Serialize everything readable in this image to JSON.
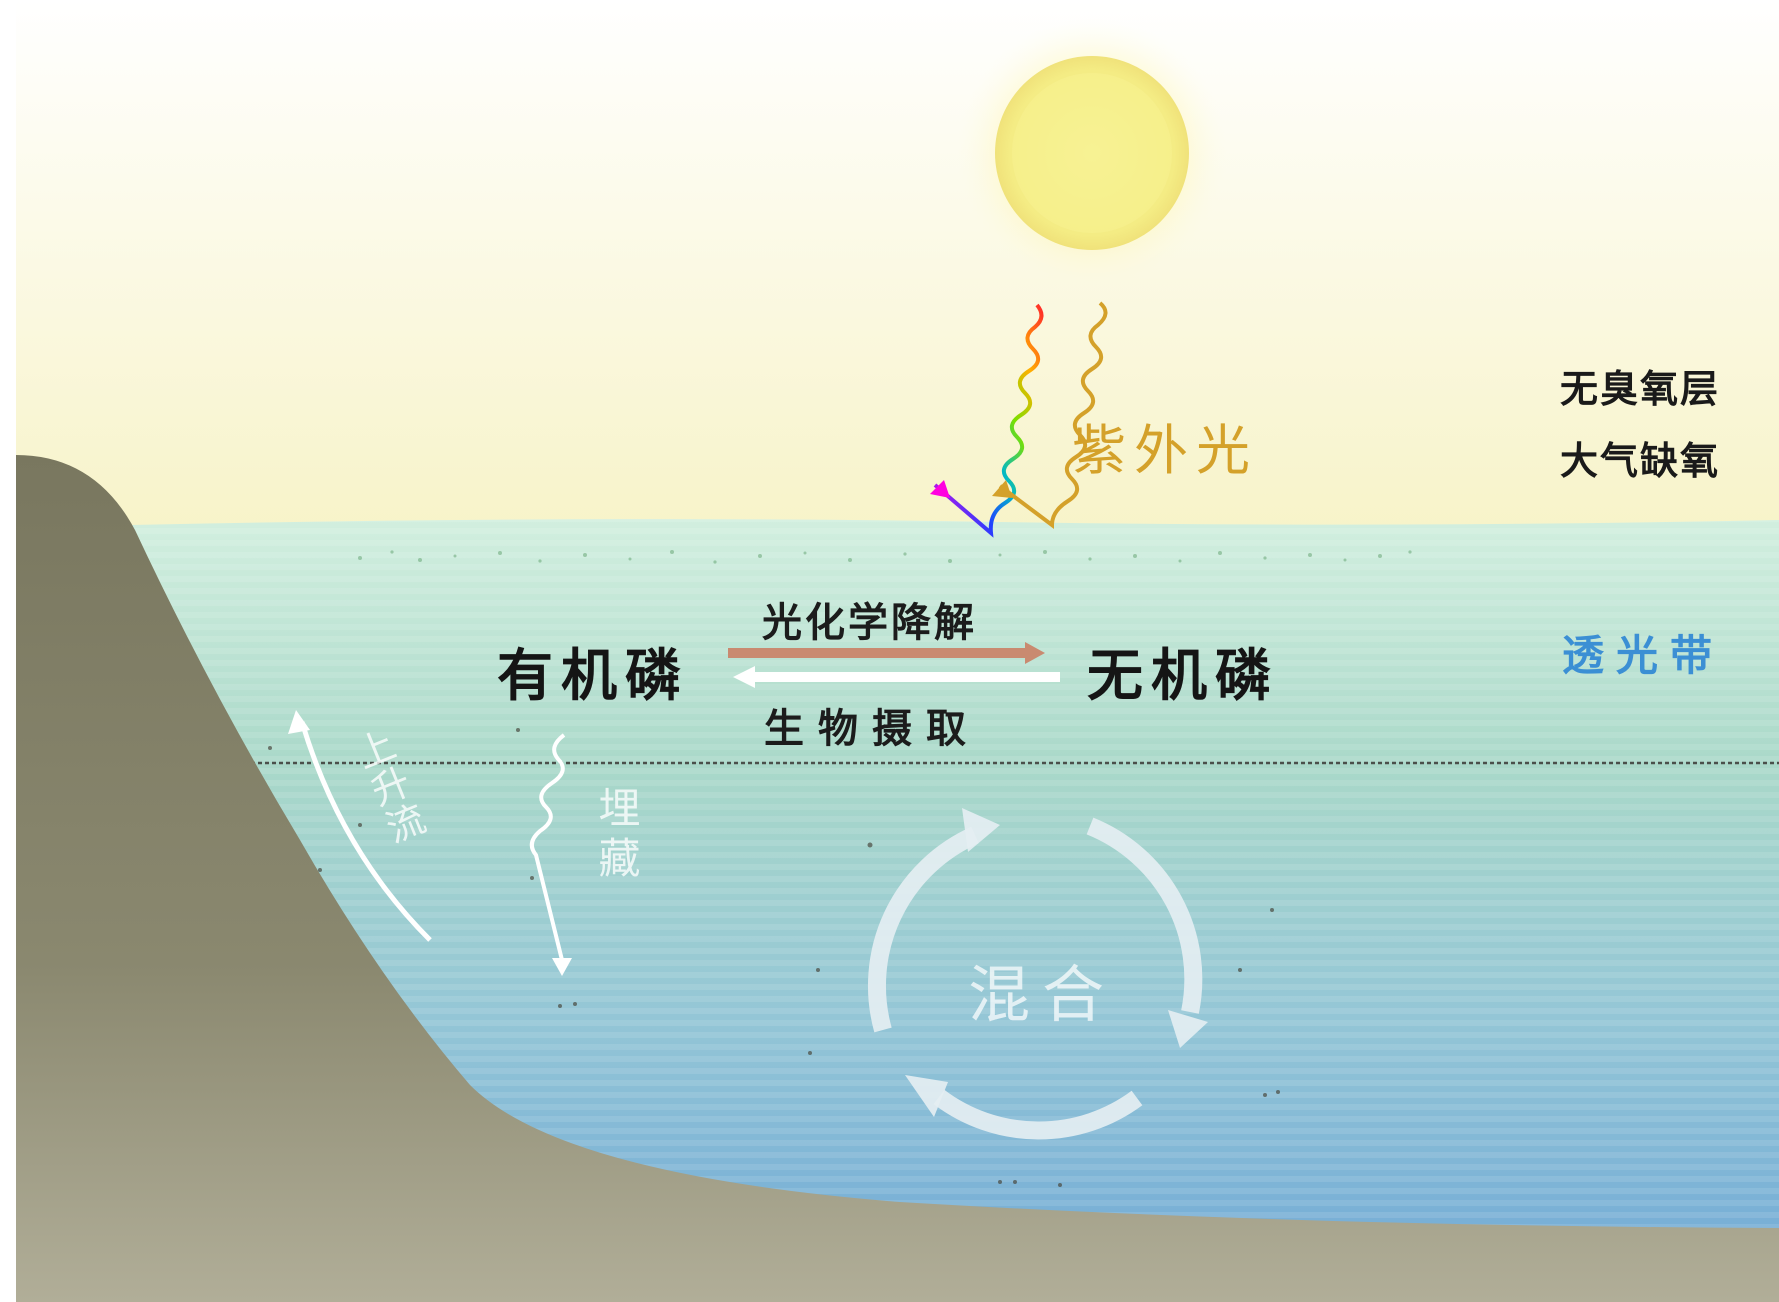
{
  "labels": {
    "uv": "紫外光",
    "ozone_line1": "无臭氧层",
    "ozone_line2": "大气缺氧",
    "photic_zone": "透光带",
    "organic_p": "有机磷",
    "inorganic_p": "无机磷",
    "photodegradation": "光化学降解",
    "biological_uptake": "生物摄取",
    "upwelling": "上升流",
    "burial": "埋藏",
    "mixing": "混合"
  },
  "colors": {
    "sky_top": "#ffffff",
    "sky_bottom": "#f7f3c8",
    "sun": "#f6f08a",
    "sea_top": "#cdeedd",
    "sea_deep": "#7fb5d8",
    "land": "#7f7c66",
    "uv_ray": "#d4a12a",
    "photodegradation_arrow": "#c98a70",
    "uptake_arrow": "#ffffff",
    "photic_label": "#3b8fd4"
  },
  "icons": [
    "sun-icon",
    "visible-light-ray-icon",
    "uv-ray-icon",
    "mixing-cycle-icon"
  ]
}
